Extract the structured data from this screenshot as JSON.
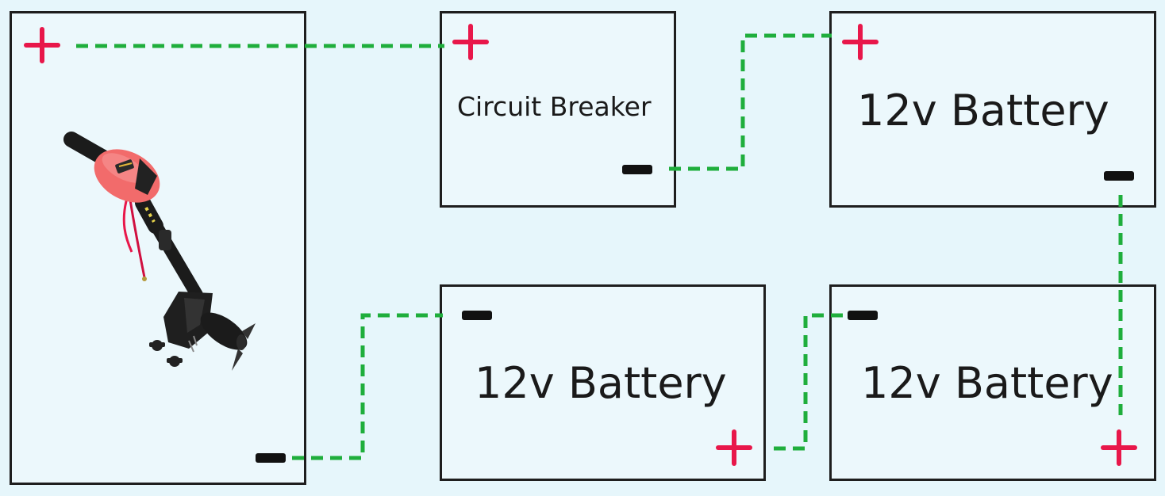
{
  "colors": {
    "background": "#e6f6fb",
    "box_border": "#1e1e1e",
    "wire": "#1fae3c",
    "positive": "#e8174a",
    "negative": "#111111"
  },
  "motor": {
    "icon": "trolling-motor-icon"
  },
  "breaker": {
    "label": "Circuit Breaker"
  },
  "battery_top": {
    "label": "12v Battery"
  },
  "battery_bottom_left": {
    "label": "12v Battery"
  },
  "battery_bottom_right": {
    "label": "12v Battery"
  }
}
